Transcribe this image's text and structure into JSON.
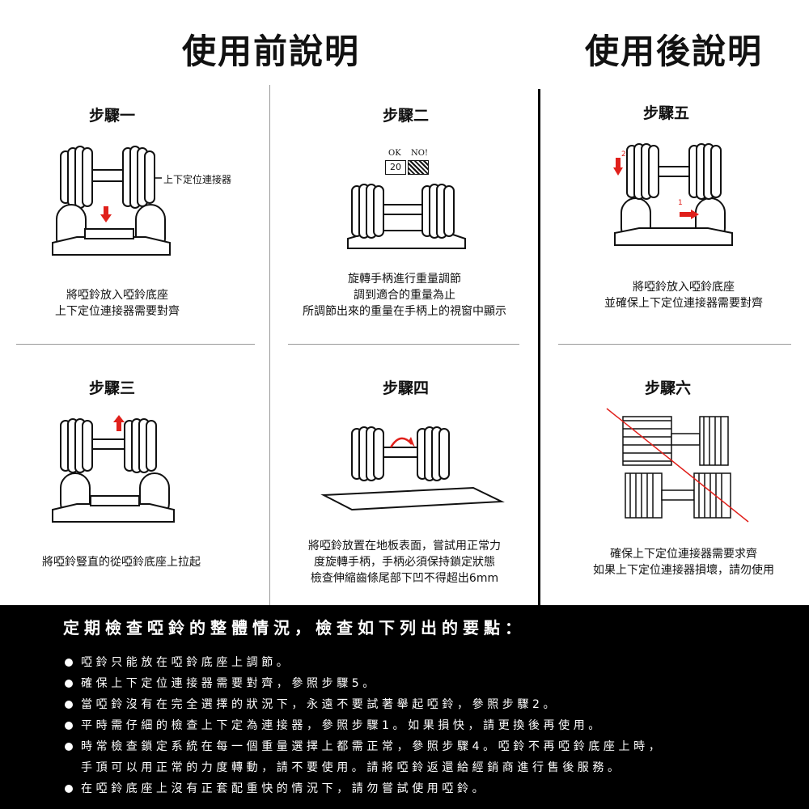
{
  "headers": {
    "before": "使用前說明",
    "after": "使用後說明"
  },
  "steps": {
    "s1": {
      "title": "步驟一",
      "callout": "上下定位連接器",
      "lines": [
        "將啞鈴放入啞鈴底座",
        "上下定位連接器需要對齊"
      ]
    },
    "s2": {
      "title": "步驟二",
      "ok": "OK",
      "no": "NO!",
      "window": "20",
      "lines": [
        "旋轉手柄進行重量調節",
        "調到適合的重量為止",
        "所調節出來的重量在手柄上的視窗中顯示"
      ]
    },
    "s5": {
      "title": "步驟五",
      "n1": "1",
      "n2": "2",
      "lines": [
        "將啞鈴放入啞鈴底座",
        "並確保上下定位連接器需要對齊"
      ]
    },
    "s3": {
      "title": "步驟三",
      "lines": [
        "將啞鈴豎直的從啞鈴底座上拉起"
      ]
    },
    "s4": {
      "title": "步驟四",
      "lines": [
        "將啞鈴放置在地板表面，嘗試用正常力",
        "度旋轉手柄，手柄必須保持鎖定狀態",
        "檢查伸縮齒條尾部下凹不得超出6mm"
      ]
    },
    "s6": {
      "title": "步驟六",
      "lines": [
        "確保上下定位連接器需要求齊",
        "如果上下定位連接器損壞，請勿使用"
      ]
    }
  },
  "checklist": {
    "title": "定期檢查啞鈴的整體情況，檢查如下列出的要點：",
    "items": [
      {
        "text": "啞鈴只能放在啞鈴底座上調節。"
      },
      {
        "text": "確保上下定位連接器需要對齊，參照步驟5。"
      },
      {
        "text": "當啞鈴沒有在完全選擇的狀況下，永遠不要試著舉起啞鈴，參照步驟2。"
      },
      {
        "text": "平時需仔細的檢查上下定為連接器，參照步驟1。如果損快，請更換後再使用。"
      },
      {
        "text": "時常檢查鎖定系統在每一個重量選擇上都需正常，參照步驟4。啞鈴不再啞鈴底座上時，",
        "cont": "手頂可以用正常的力度轉動，請不要使用。請將啞鈴返還給經銷商進行售後服務。"
      },
      {
        "text": "在啞鈴底座上沒有正套配重快的情況下，請勿嘗試使用啞鈴。"
      }
    ]
  },
  "colors": {
    "arrow": "#e0201b",
    "text": "#111111",
    "band": "#000000"
  }
}
